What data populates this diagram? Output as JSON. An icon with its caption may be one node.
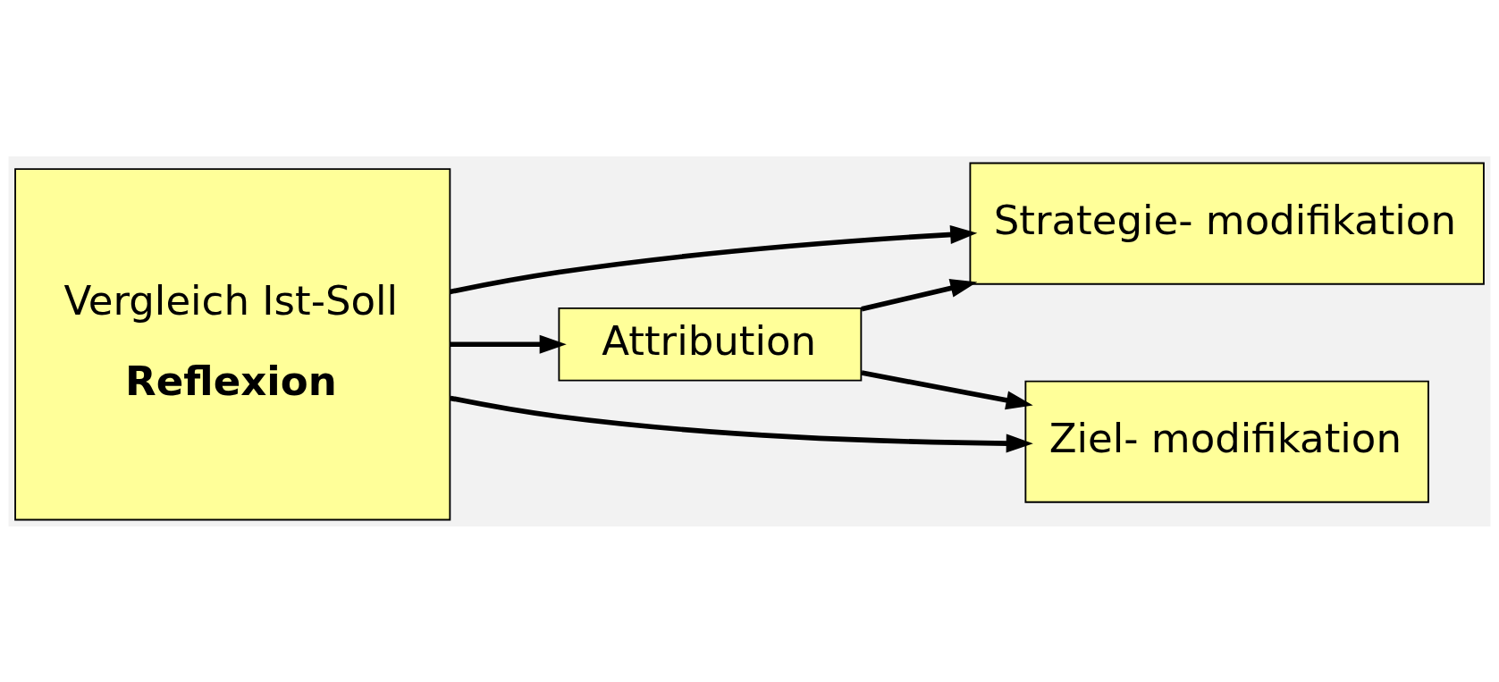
{
  "diagram": {
    "nodes": [
      {
        "text": [
          "Vergleich Ist-Soll",
          "Reflexion"
        ]
      },
      {
        "text": [
          "Attribution"
        ]
      },
      {
        "text": [
          "Strategie- modifikation"
        ]
      },
      {
        "text": [
          "Ziel- modifikation"
        ]
      }
    ],
    "edges": [
      {
        "from": 0,
        "to": 2,
        "arrow": "to"
      },
      {
        "from": 0,
        "to": 1,
        "arrow": "to"
      },
      {
        "from": 1,
        "to": 2,
        "arrow": "to"
      },
      {
        "from": 1,
        "to": 3,
        "arrow": "to"
      },
      {
        "from": 0,
        "to": 3,
        "arrow": "to"
      }
    ]
  }
}
